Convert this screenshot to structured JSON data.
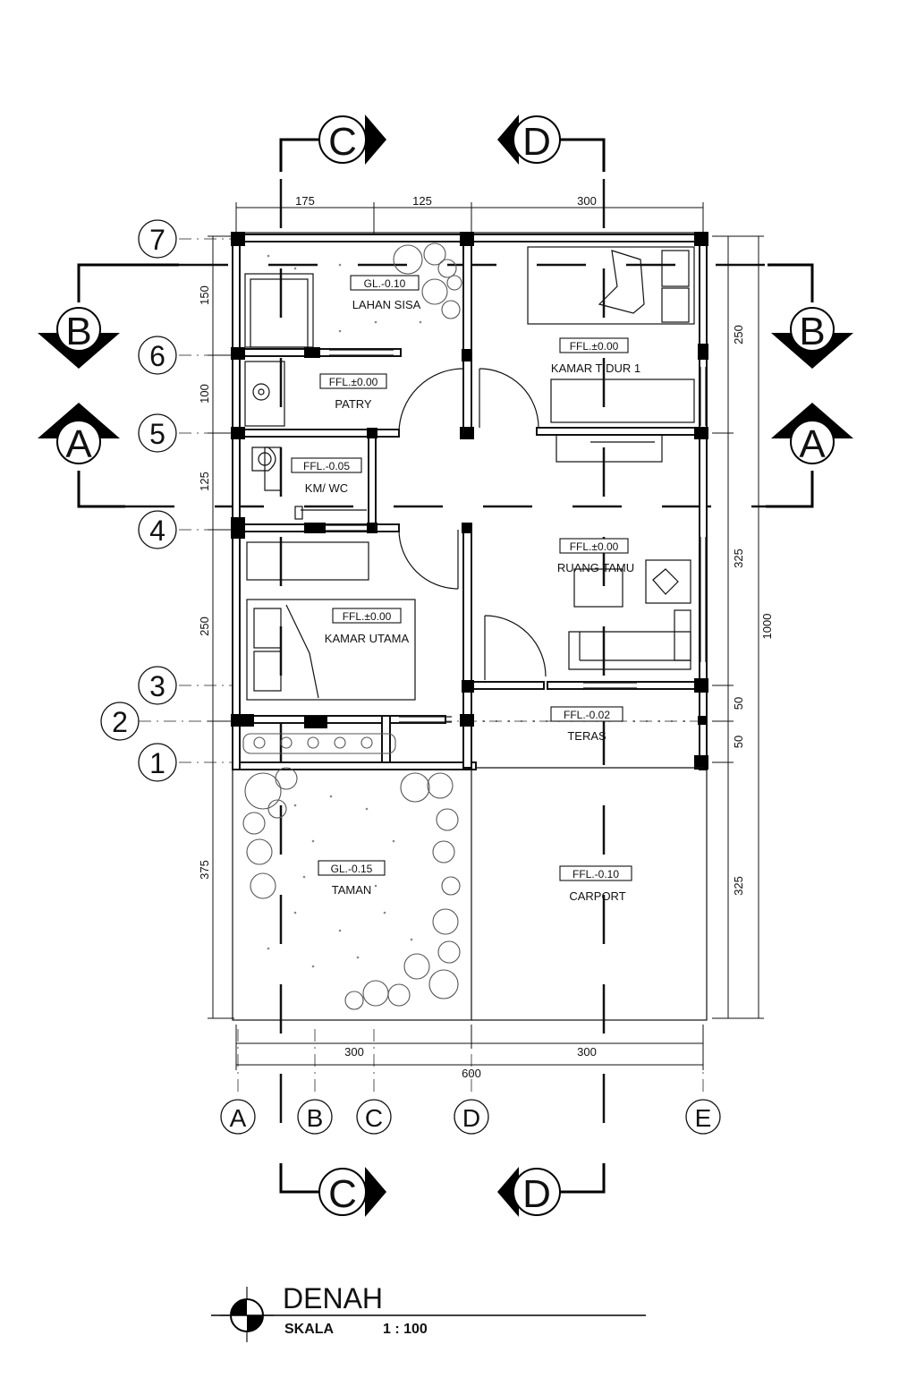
{
  "section_markers": {
    "a": "A",
    "b": "B",
    "c": "C",
    "d": "D"
  },
  "grid_rows": [
    "7",
    "6",
    "5",
    "4",
    "3",
    "2",
    "1"
  ],
  "grid_cols": [
    "A",
    "B",
    "C",
    "D",
    "E"
  ],
  "dimensions": {
    "top": [
      "175",
      "125",
      "300"
    ],
    "bottom": [
      "300",
      "300"
    ],
    "bottom_total": "600",
    "left": [
      "150",
      "100",
      "125",
      "250",
      "375"
    ],
    "right": [
      "250",
      "325",
      "50",
      "50",
      "325"
    ],
    "right_total": "1000"
  },
  "rooms": {
    "lahan_sisa": {
      "name": "LAHAN  SISA",
      "level": "GL.-0.10"
    },
    "patry": {
      "name": "PATRY",
      "level": "FFL.±0.00"
    },
    "km_wc": {
      "name": "KM/ WC",
      "level": "FFL.-0.05"
    },
    "kamar_tidur": {
      "name": "KAMAR  TIDUR  1",
      "level": "FFL.±0.00"
    },
    "ruang_tamu": {
      "name": "RUANG  TAMU",
      "level": "FFL.±0.00"
    },
    "kamar_utama": {
      "name": "KAMAR  UTAMA",
      "level": "FFL.±0.00"
    },
    "teras": {
      "name": "TERAS",
      "level": "FFL.-0.02"
    },
    "taman": {
      "name": "TAMAN",
      "level": "GL.-0.15"
    },
    "carport": {
      "name": "CARPORT",
      "level": "FFL.-0.10"
    }
  },
  "title_block": {
    "title": "DENAH",
    "scale_label": "SKALA",
    "scale_value": "1  :  100"
  }
}
